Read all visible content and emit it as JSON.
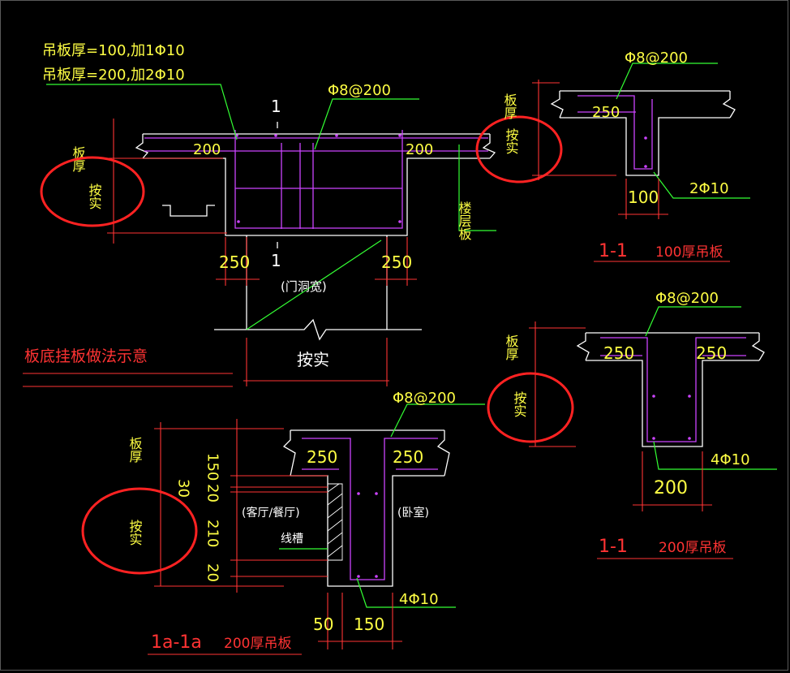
{
  "colors": {
    "background": "#000000",
    "outline": "#ffffff",
    "rebar": "#cc44ff",
    "leader": "#33ff33",
    "dimension": "#ff3333",
    "label_yellow": "#ffff44",
    "label_red": "#ff3333",
    "highlight_circle": "#ff2222"
  },
  "texts": {
    "note_line1": "吊板厚=100,加1Φ10",
    "note_line2": "吊板厚=200,加2Φ10",
    "section_mark_top": "1",
    "section_mark_bottom": "1",
    "rebar_top_main": "Φ8@200",
    "dim_200_left": "200",
    "dim_200_right": "200",
    "label_slab_thick_main": "板厚",
    "label_as_built_main": "按实",
    "label_floor_slab": "楼层板",
    "dim_250_left": "250",
    "dim_250_right": "250",
    "label_door_width": "(门洞宽)",
    "label_as_built_bottom": "按实",
    "caption_main": "板底挂板做法示意",
    "s100_rebar_top": "Φ8@200",
    "s100_label_slab_thick": "板厚",
    "s100_label_as_built": "按实",
    "s100_dim_250": "250",
    "s100_rebar_bottom": "2Φ10",
    "s100_dim_100": "100",
    "s100_section_mark": "1-1",
    "s100_caption": "100厚吊板",
    "s200_rebar_top": "Φ8@200",
    "s200_label_slab_thick": "板厚",
    "s200_label_as_built": "按实",
    "s200_dim_250_left": "250",
    "s200_dim_250_right": "250",
    "s200_rebar_bottom": "4Φ10",
    "s200_dim_200": "200",
    "s200_section_mark": "1-1",
    "s200_caption": "200厚吊板",
    "s1a_rebar_top": "Φ8@200",
    "s1a_label_slab_thick": "板厚",
    "s1a_label_as_built": "按实",
    "s1a_dim_150": "150",
    "s1a_dim_30": "30",
    "s1a_dim_20_top": "20",
    "s1a_dim_210": "210",
    "s1a_dim_20_bottom": "20",
    "s1a_dim_250_left": "250",
    "s1a_dim_250_right": "250",
    "s1a_label_living": "(客厅/餐厅)",
    "s1a_label_bedroom": "(卧室)",
    "s1a_label_wire_slot": "线槽",
    "s1a_rebar_bottom": "4Φ10",
    "s1a_dim_50": "50",
    "s1a_dim_150_bottom": "150",
    "s1a_section_mark": "1a-1a",
    "s1a_caption": "200厚吊板"
  }
}
